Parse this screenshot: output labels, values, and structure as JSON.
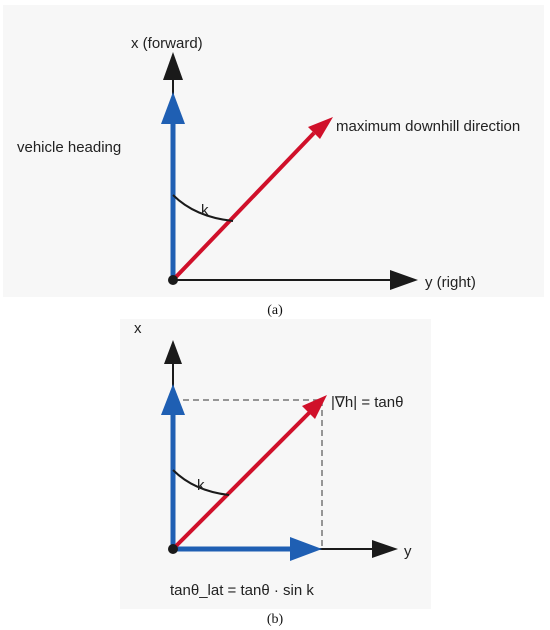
{
  "panel_a": {
    "x_axis_label": "x (forward)",
    "y_axis_label": "y (right)",
    "heading_label": "vehicle heading",
    "downhill_label": "maximum downhill direction",
    "angle_label": "k",
    "caption": "(a)"
  },
  "panel_b": {
    "x_axis_label": "x",
    "y_axis_label": "y",
    "gradient_label": "|∇h| = tanθ",
    "angle_label": "k",
    "formula": "tanθ_lat = tanθ · sin k",
    "caption": "(b)"
  },
  "colors": {
    "panel_bg": "#f7f7f7",
    "axis": "#1a1a1a",
    "heading": "#1f5fb3",
    "downhill": "#d0102a",
    "projection": "#777777"
  }
}
